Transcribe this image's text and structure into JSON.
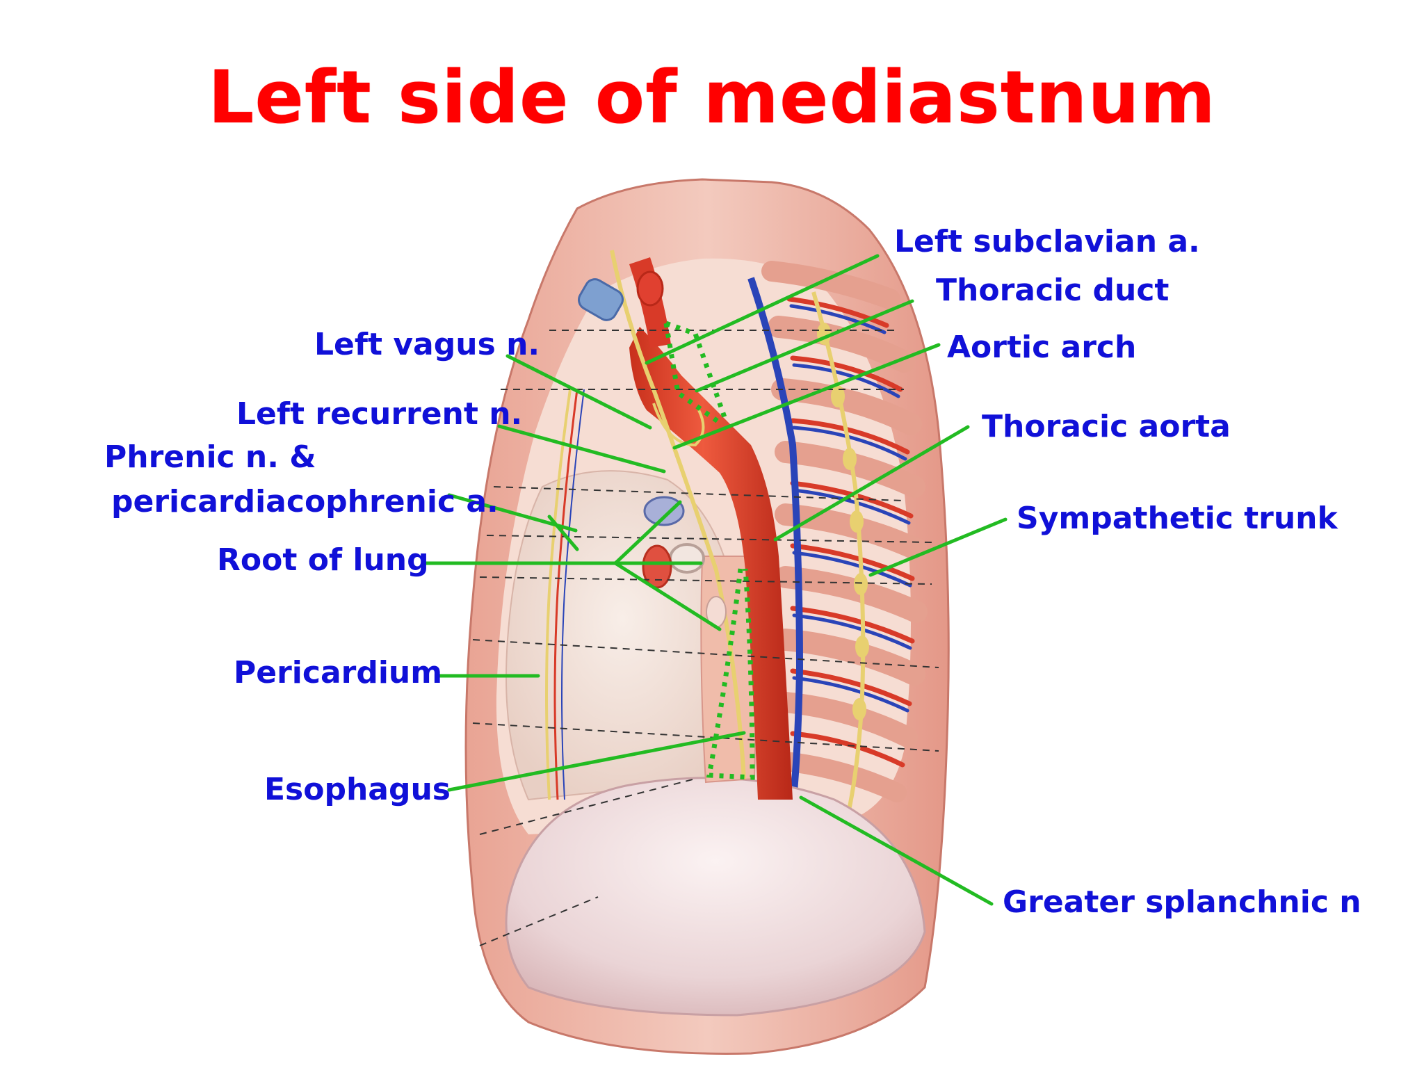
{
  "title": "Left side of mediastnum",
  "labels": {
    "left_subclavian": "Left subclavian a.",
    "thoracic_duct": "Thoracic duct",
    "aortic_arch": "Aortic arch",
    "thoracic_aorta": "Thoracic aorta",
    "sympathetic_trunk": "Sympathetic trunk",
    "greater_splanchnic": "Greater splanchnic n",
    "left_vagus": "Left vagus n.",
    "left_recurrent": "Left recurrent n.",
    "phrenic_line1": "Phrenic n. &",
    "phrenic_line2": "pericardiacophrenic a.",
    "root_of_lung": "Root of lung",
    "pericardium": "Pericardium",
    "esophagus": "Esophagus"
  },
  "colors": {
    "title": "#ff0000",
    "label": "#1010d8",
    "leader": "#22bb22",
    "artery": "#d83a28",
    "vein": "#2a44b8",
    "nerve": "#e8d070",
    "tissue": "#f0c8bc"
  }
}
